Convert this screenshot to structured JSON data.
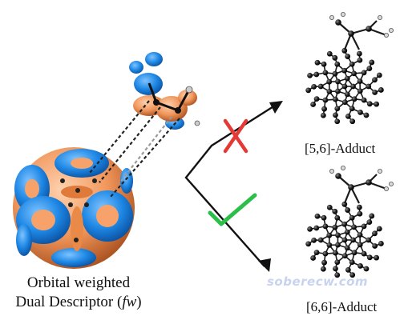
{
  "caption": {
    "line1": "Orbital weighted",
    "line2_prefix": "Dual Descriptor (",
    "line2_italic": "fw",
    "line2_suffix": ")"
  },
  "products": [
    {
      "label": "[5,6]-Adduct",
      "outcome": "disfavored",
      "mark": "cross"
    },
    {
      "label": "[6,6]-Adduct",
      "outcome": "favored",
      "mark": "check"
    }
  ],
  "watermark": "soberecw.com",
  "colors": {
    "lobe_positive": "#1e88e5",
    "lobe_negative": "#f0955a",
    "cross": "#e53935",
    "check": "#2bbf4a",
    "arrow": "#111111",
    "atom": "#1a1a1a"
  }
}
